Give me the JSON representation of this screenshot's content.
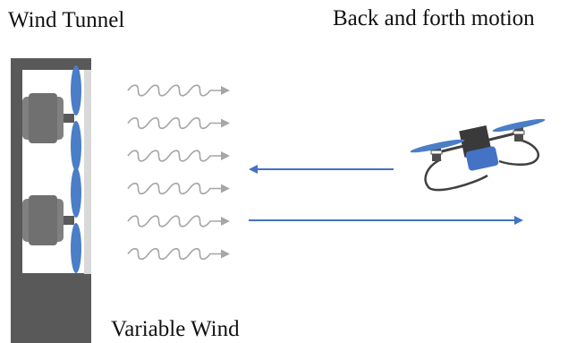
{
  "labels": {
    "wind_tunnel": "Wind Tunnel",
    "motion": "Back and forth motion",
    "variable_wind": "Variable Wind"
  },
  "colors": {
    "frame": "#595959",
    "motor_body": "#808080",
    "motor_cap": "#a6a6a6",
    "blade": "#4a7ec6",
    "wind_arrow": "#a6a6a6",
    "motion_arrow": "#4472c4",
    "drone_body": "#3a3a3a",
    "drone_battery": "#4472c4",
    "drone_legs": "#404040",
    "panel": "#d9d9d9"
  },
  "wind": {
    "arrow_count": 6
  },
  "motion": {
    "arrows": [
      "left",
      "right"
    ]
  }
}
